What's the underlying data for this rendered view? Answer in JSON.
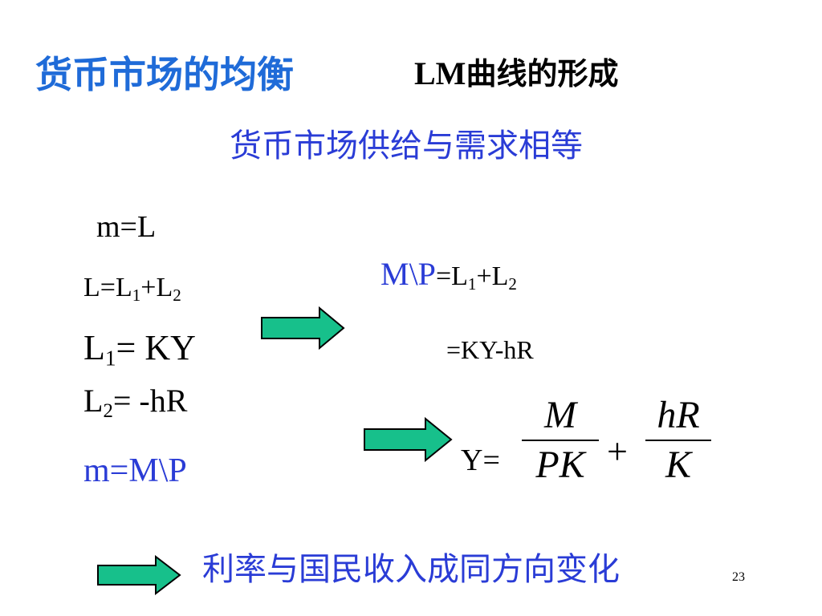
{
  "slide": {
    "title": "货币市场的均衡",
    "subtitle_lm": "LM",
    "subtitle_rest": "曲线的形成",
    "heading": "货币市场供给与需求相等",
    "left_eqs": {
      "eq1": "m=L",
      "eq2": {
        "a": "L=L",
        "s1": "1",
        "b": "+L",
        "s2": "2"
      },
      "eq3": {
        "a": "L",
        "s1": "1",
        "b": "= KY"
      },
      "eq4": {
        "a": "L",
        "s1": "2",
        "b": "= -hR"
      },
      "eq5": "m=M\\P"
    },
    "right_eqs": {
      "mp": "M\\P",
      "mp_rest": {
        "a": "=L",
        "s1": "1",
        "b": "+L",
        "s2": "2"
      },
      "kyhr": "=KY-hR",
      "y_label": "Y=",
      "frac1_num": "M",
      "frac1_den": "PK",
      "plus": "+",
      "frac2_num": "hR",
      "frac2_den": "K"
    },
    "conclusion": "利率与国民收入成同方向变化",
    "page_number": "23",
    "colors": {
      "title": "#1f6bd8",
      "text_blue": "#2a3cd6",
      "arrow_fill": "#17c08b"
    }
  }
}
